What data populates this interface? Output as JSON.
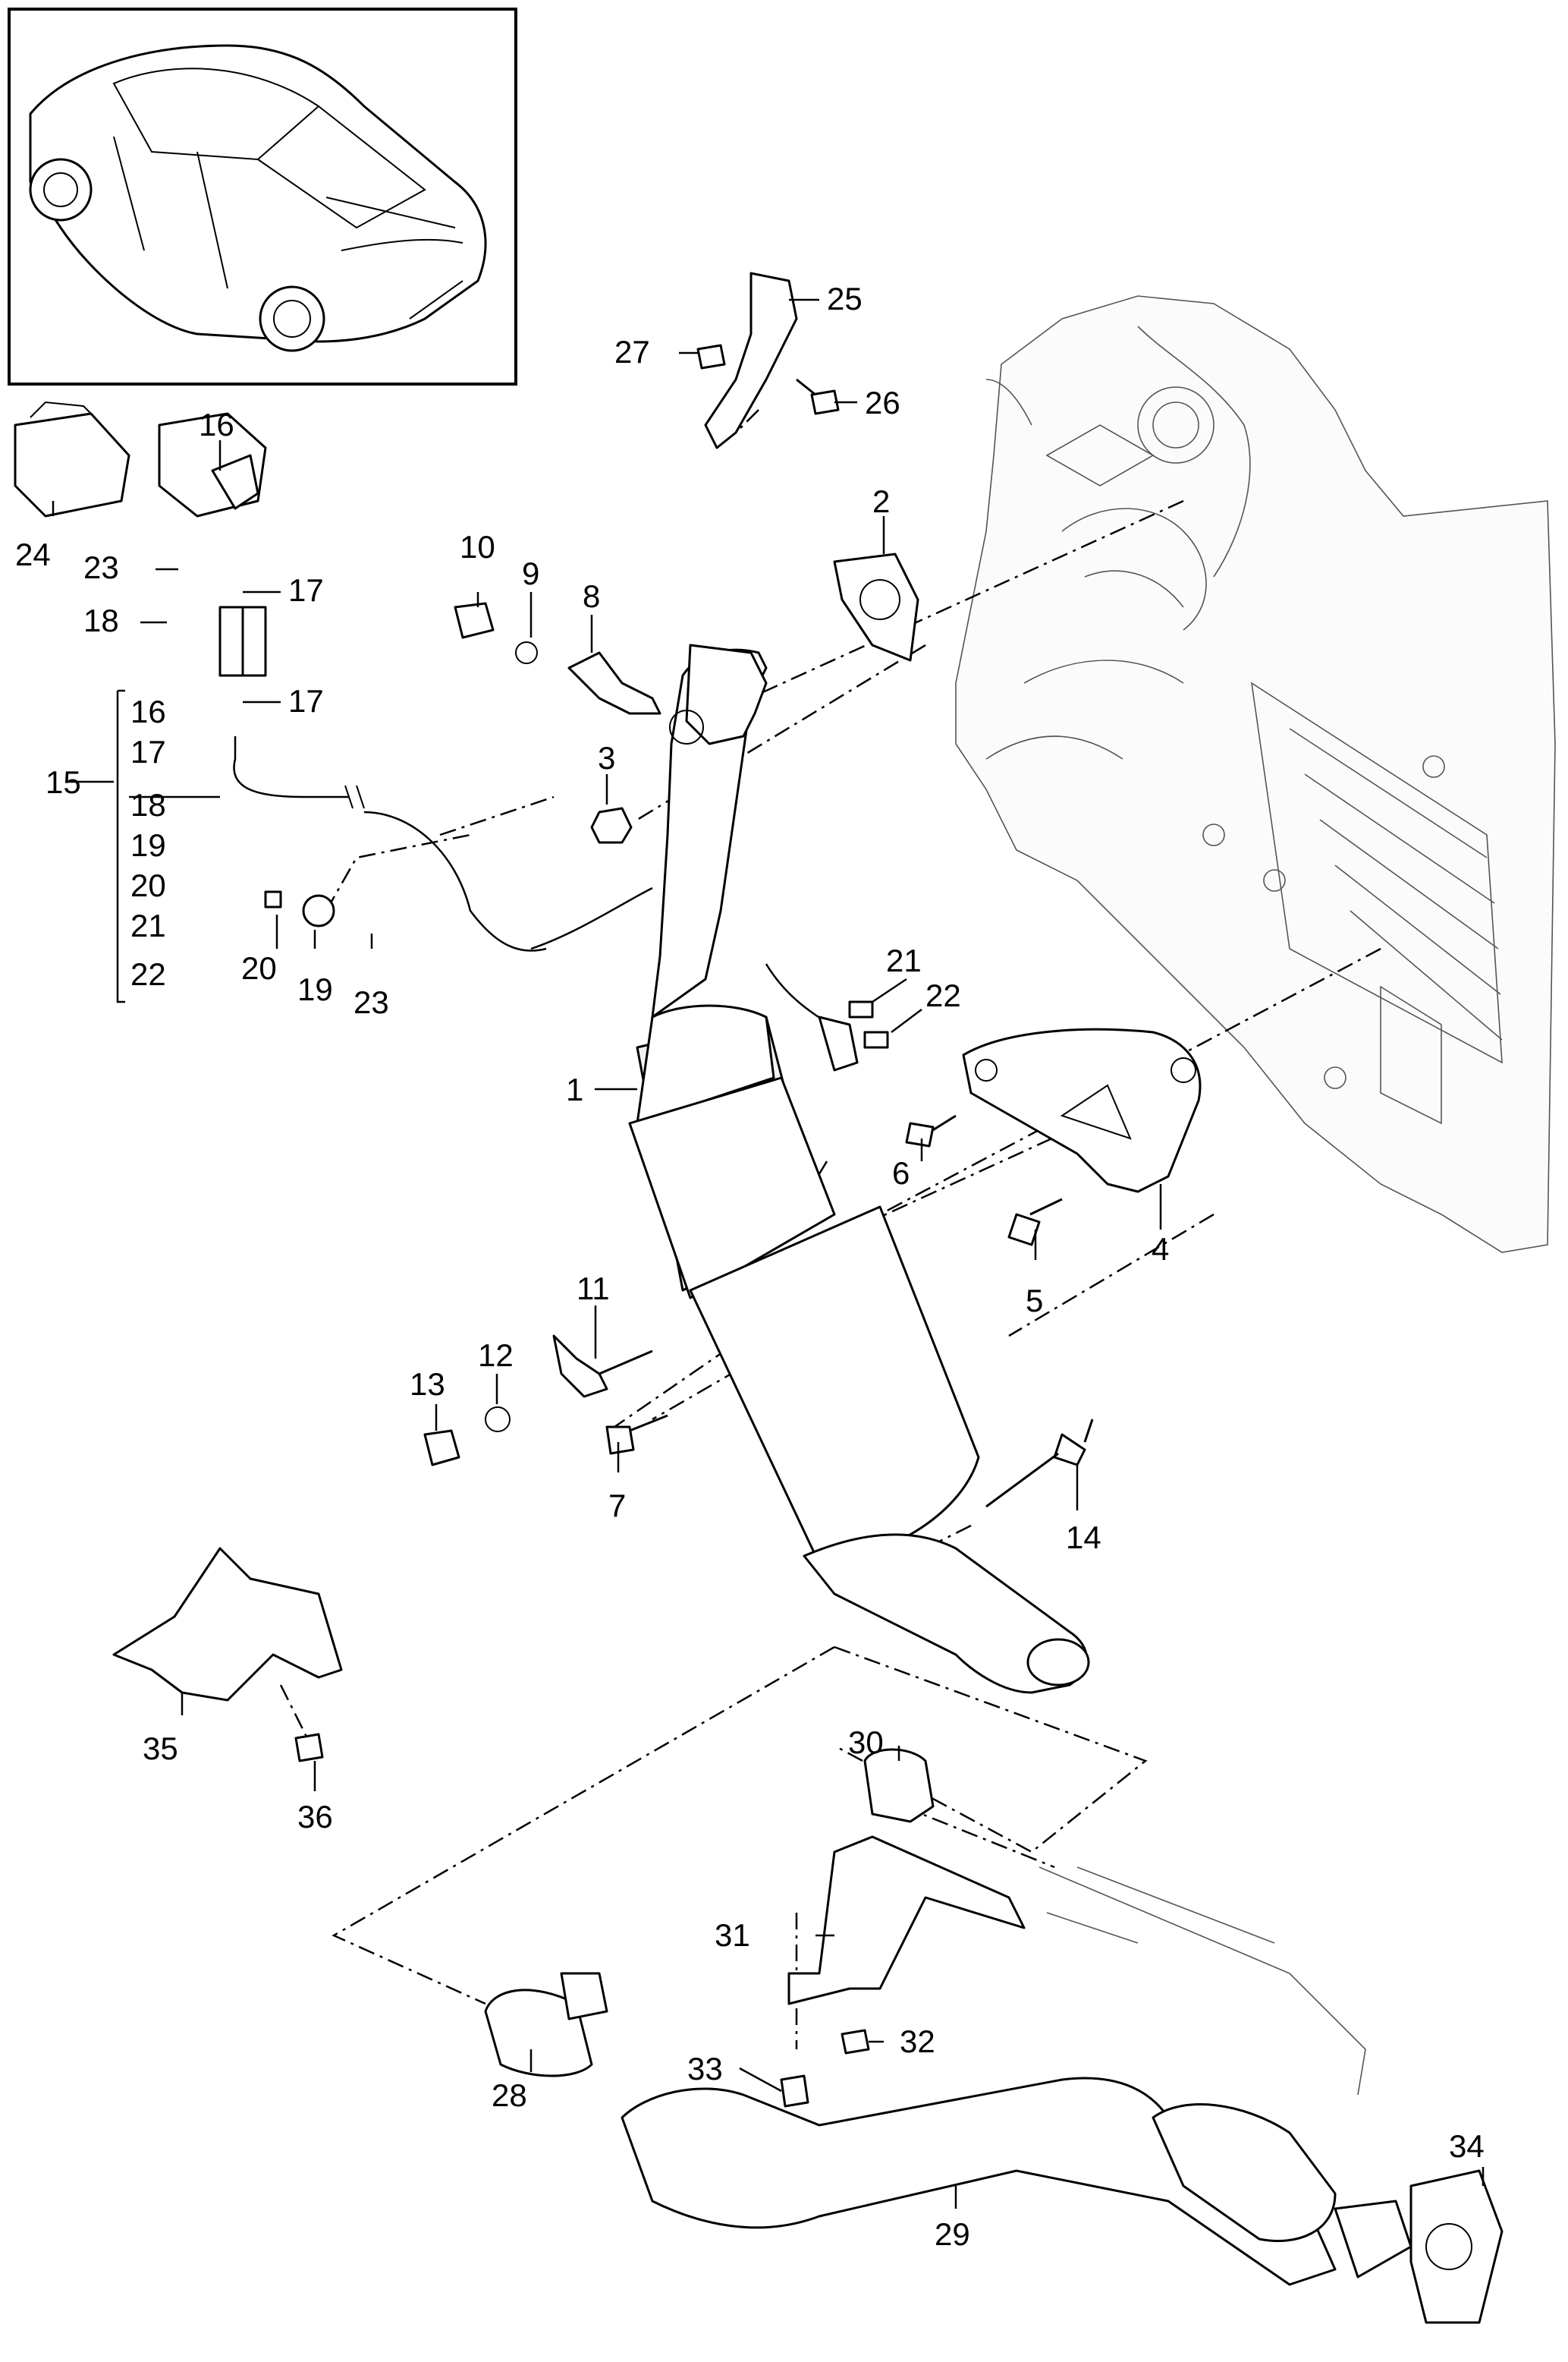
{
  "callouts": {
    "c1": "1",
    "c2": "2",
    "c3": "3",
    "c4": "4",
    "c5": "5",
    "c6": "6",
    "c7": "7",
    "c8": "8",
    "c9": "9",
    "c10": "10",
    "c11": "11",
    "c12": "12",
    "c13": "13",
    "c14": "14",
    "c15": "15",
    "c16": "16",
    "c17a": "17",
    "c17b": "17",
    "c18": "18",
    "c19": "19",
    "c20": "20",
    "c21": "21",
    "c22": "22",
    "c23a": "23",
    "c23b": "23",
    "c24": "24",
    "c25": "25",
    "c26": "26",
    "c27": "27",
    "c28": "28",
    "c29": "29",
    "c30": "30",
    "c31": "31",
    "c32": "32",
    "c33": "33",
    "c34": "34",
    "c35": "35",
    "c36": "36"
  },
  "kit_15": [
    "16",
    "17",
    "18",
    "19",
    "20",
    "21",
    "22"
  ],
  "icons": {
    "vehicle": "sports-car-icon",
    "gearbox": "transmission-icon"
  }
}
